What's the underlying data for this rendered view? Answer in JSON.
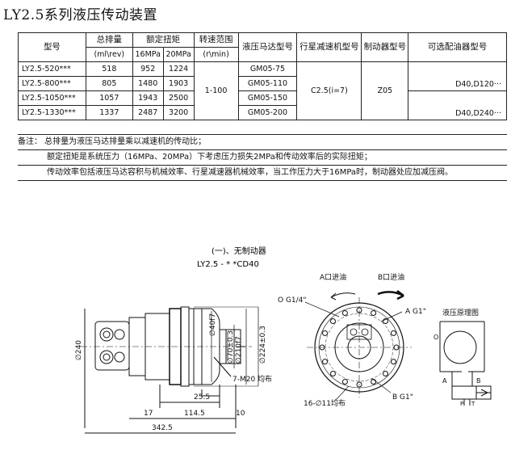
{
  "title": "LY2.5系列液压传动装置",
  "table": {
    "headers": {
      "model": "型号",
      "displacement": "总排量",
      "displacement_unit": "(ml\\rev)",
      "torque": "额定扭矩",
      "torque_16": "16MPa",
      "torque_20": "20MPa",
      "speed": "转速范围",
      "speed_unit": "(r\\min)",
      "motor": "液压马达型号",
      "reducer": "行星减速机型号",
      "brake": "制动器型号",
      "valve": "可选配油器型号"
    },
    "rows": [
      {
        "model": "LY2.5-520***",
        "disp": "518",
        "t16": "952",
        "t20": "1224",
        "motor": "GM05-75"
      },
      {
        "model": "LY2.5-800***",
        "disp": "805",
        "t16": "1480",
        "t20": "1903",
        "motor": "GM05-110"
      },
      {
        "model": "LY2.5-1050***",
        "disp": "1057",
        "t16": "1943",
        "t20": "2500",
        "motor": "GM05-150"
      },
      {
        "model": "LY2.5-1330***",
        "disp": "1337",
        "t16": "2487",
        "t20": "3200",
        "motor": "GM05-200"
      }
    ],
    "speed_range": "1-100",
    "reducer_model": "C2.5(i=7)",
    "brake_model": "Z05",
    "valve_a": "D40,D120···",
    "valve_b": "D40,D240···"
  },
  "notes": {
    "n1": "备注： 总排量为液压马达排量乘以减速机的传动比；",
    "n2": "额定扭矩是系统压力（16MPa、20MPa）下考虑压力损失2MPa和传动效率后的实际扭矩；",
    "n3": "传动效率包括液压马达容积与机械效率、行星减速器机械效率，当工作压力大于16MPa时，制动器处应加减压阀。"
  },
  "drawing": {
    "caption1": "(一)、无制动器",
    "caption2": "LY2.5 - * *CD40",
    "a_in": "A口进油",
    "b_in": "B口进油",
    "o_port": "O G1/4\"",
    "a_port": "A G1\"",
    "b_port": "B G1\"",
    "bolt_circle": "16-∅11均布",
    "m20": "7-M20 均布",
    "d240": "∅240",
    "d40": "∅40f7",
    "d70": "∅70±0.3",
    "d210": "∅210f7",
    "d224": "∅224±0.3",
    "dim_25_5": "25.5",
    "dim_17": "17",
    "dim_114_5": "114.5",
    "dim_10": "10",
    "dim_342_5": "342.5",
    "schematic_title": "液压原理图",
    "sch_o": "O",
    "sch_a": "A",
    "sch_b": "B",
    "sch_p": "P",
    "sch_t": "T"
  }
}
